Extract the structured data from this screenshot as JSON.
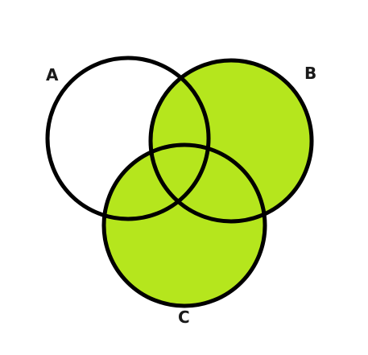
{
  "diagram": {
    "type": "venn-3",
    "shaded_regions": [
      "B",
      "C"
    ],
    "colors": {
      "fill": "#b5e61d",
      "outline": "#000000",
      "background": "#ffffff",
      "label": "#1a1a1a"
    },
    "sets": [
      {
        "id": "A",
        "label": "A",
        "shaded": false
      },
      {
        "id": "B",
        "label": "B",
        "shaded": true
      },
      {
        "id": "C",
        "label": "C",
        "shaded": true
      }
    ]
  }
}
